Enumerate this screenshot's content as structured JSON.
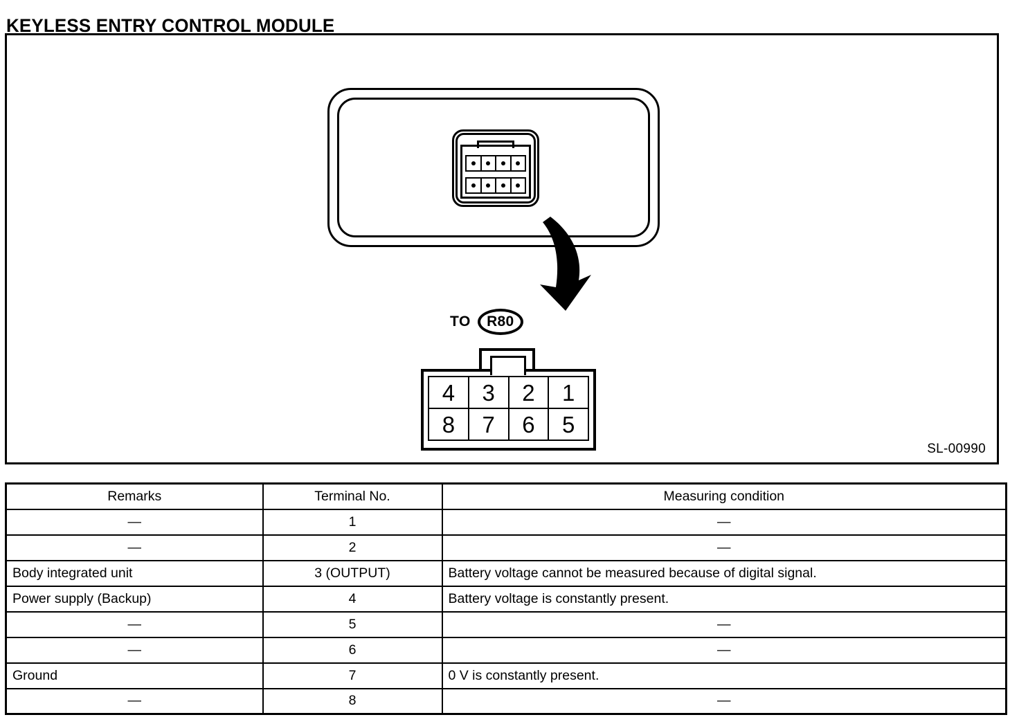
{
  "page": {
    "title": "KEYLESS ENTRY CONTROL MODULE"
  },
  "figure": {
    "reference_code": "SL-00990",
    "to_label": "TO",
    "connector_ref": "R80",
    "module_connector": {
      "pin_count": 8,
      "rows": 2,
      "columns": 4
    },
    "pinout": {
      "rows": [
        [
          "4",
          "3",
          "2",
          "1"
        ],
        [
          "8",
          "7",
          "6",
          "5"
        ]
      ]
    }
  },
  "table": {
    "headers": [
      "Remarks",
      "Terminal No.",
      "Measuring condition"
    ],
    "rows": [
      {
        "remarks": "—",
        "remarks_align": "center",
        "terminal": "1",
        "condition": "—",
        "condition_align": "center"
      },
      {
        "remarks": "—",
        "remarks_align": "center",
        "terminal": "2",
        "condition": "—",
        "condition_align": "center"
      },
      {
        "remarks": "Body integrated unit",
        "remarks_align": "left",
        "terminal": "3 (OUTPUT)",
        "condition": "Battery voltage cannot be measured because of digital signal.",
        "condition_align": "left"
      },
      {
        "remarks": "Power supply (Backup)",
        "remarks_align": "left",
        "terminal": "4",
        "condition": "Battery voltage is constantly present.",
        "condition_align": "left"
      },
      {
        "remarks": "—",
        "remarks_align": "center",
        "terminal": "5",
        "condition": "—",
        "condition_align": "center"
      },
      {
        "remarks": "—",
        "remarks_align": "center",
        "terminal": "6",
        "condition": "—",
        "condition_align": "center"
      },
      {
        "remarks": "Ground",
        "remarks_align": "left",
        "terminal": "7",
        "condition": "0 V is constantly present.",
        "condition_align": "left"
      },
      {
        "remarks": "—",
        "remarks_align": "center",
        "terminal": "8",
        "condition": "—",
        "condition_align": "center"
      }
    ]
  },
  "colors": {
    "ink": "#000000",
    "paper": "#ffffff"
  }
}
